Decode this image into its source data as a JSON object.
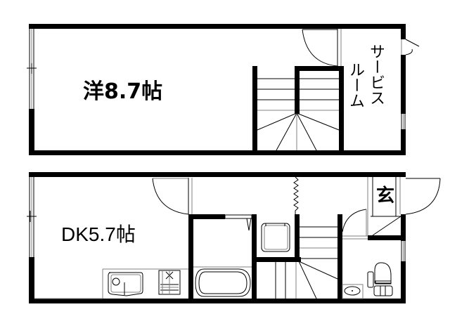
{
  "floor_plan": {
    "upper_floor": {
      "rooms": [
        {
          "name": "western_room",
          "label": "洋8.7帖"
        },
        {
          "name": "service_room",
          "label_line1": "サービス",
          "label_line2": "ルーム"
        }
      ],
      "features": [
        "window-left",
        "staircase",
        "swing-door",
        "small-window-right",
        "door-right"
      ]
    },
    "lower_floor": {
      "rooms": [
        {
          "name": "dining_kitchen",
          "label": "DK5.7帖"
        },
        {
          "name": "entrance",
          "label": "玄"
        }
      ],
      "features": [
        "window-left",
        "sink",
        "stove",
        "bathtub",
        "washing-machine",
        "staircase",
        "toilet",
        "wash-basin",
        "entrance-door",
        "accordion-partition"
      ]
    },
    "colors": {
      "wall": "#000000",
      "line": "#000000",
      "thin_line": "#808080",
      "background": "#ffffff"
    }
  }
}
